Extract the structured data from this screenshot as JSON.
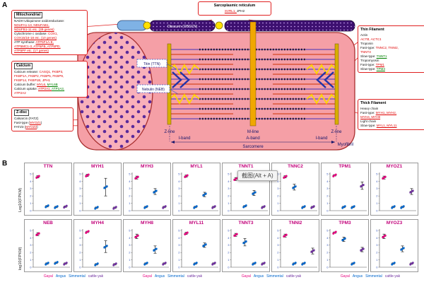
{
  "panelA": {
    "label": "A",
    "boxes": {
      "mitochondrial": {
        "title": "Mitochondrial",
        "lines": [
          [
            {
              "t": "NADH Ubiquinone oxidoreductase:",
              "c": "k"
            }
          ],
          [
            {
              "t": "NDUFA1-13, NDUFAB1,",
              "c": "r",
              "u": true
            }
          ],
          [
            {
              "t": "NDUFB1-11 etc. (39 genes)",
              "c": "r",
              "u": true
            }
          ],
          [
            {
              "t": "Cytochrome c oxidase: ",
              "c": "k"
            },
            {
              "t": "COX1,",
              "c": "r"
            }
          ],
          [
            {
              "t": "COX15/16-18 etc. (10 genes)",
              "c": "r",
              "u": true
            }
          ],
          [
            {
              "t": "ATP synthase: ",
              "c": "k"
            },
            {
              "t": "ATP5F1A-E,",
              "c": "r",
              "u": true
            }
          ],
          [
            {
              "t": "ATP5MC1-3, ATP5PB, ATP5PD,",
              "c": "r",
              "u": true
            }
          ],
          [
            {
              "t": "ATP5PF etc. (17 genes)",
              "c": "r",
              "u": true
            }
          ]
        ]
      },
      "calcium": {
        "title": "Calcium",
        "lines": [
          [
            {
              "t": "Calcium release: ",
              "c": "k"
            },
            {
              "t": "CASQ1, FKBP3,",
              "c": "r"
            }
          ],
          [
            {
              "t": "FKBP1A, FKBP2, FKBP5, FKBP9,",
              "c": "r"
            }
          ],
          [
            {
              "t": "FKBP14, FKBP1B, JPH1",
              "c": "r"
            }
          ],
          [
            {
              "t": "Calcium buffer: ",
              "c": "k"
            },
            {
              "t": "MYL6, ",
              "c": "r",
              "u": true
            },
            {
              "t": "MYL6B",
              "c": "g",
              "u": true
            }
          ],
          [
            {
              "t": "Calcium uptake: ",
              "c": "k"
            },
            {
              "t": "ATP2A1, ",
              "c": "r",
              "u": true
            },
            {
              "t": "ATP2A3,",
              "c": "g",
              "u": true
            }
          ],
          [
            {
              "t": "ATP2A2",
              "c": "r"
            }
          ]
        ]
      },
      "zdisc": {
        "title": "Z-disc",
        "lines": [
          [
            {
              "t": "Calsarcin (FATZ)",
              "c": "k"
            }
          ],
          [
            {
              "t": "Fast-type (",
              "c": "k"
            },
            {
              "t": "MYOZ1",
              "c": "r",
              "u": true
            },
            {
              "t": ")",
              "c": "k"
            }
          ],
          [
            {
              "t": "FATZ3 (",
              "c": "k"
            },
            {
              "t": "MYOZ3",
              "c": "r",
              "u": true
            },
            {
              "t": ")",
              "c": "k"
            }
          ]
        ]
      },
      "sr": {
        "title": "Sarcoplasmic reticulum",
        "lines": [
          [
            {
              "t": "SVRL1, ",
              "c": "r",
              "u": true
            },
            {
              "t": "JPH2",
              "c": "k"
            }
          ]
        ]
      },
      "thin": {
        "title": "Thin Filament",
        "lines": [
          [
            {
              "t": "Actin",
              "c": "k"
            }
          ],
          [
            {
              "t": "ACTB, ACTC1",
              "c": "r",
              "i": true
            }
          ],
          [
            {
              "t": "Troponin",
              "c": "k"
            }
          ],
          [
            {
              "t": "Fast-type: ",
              "c": "k"
            },
            {
              "t": "TNNC2, TNNI2,",
              "c": "r"
            }
          ],
          [
            {
              "t": "TNNT3",
              "c": "r"
            }
          ],
          [
            {
              "t": "Slow-type: ",
              "c": "k"
            },
            {
              "t": "TNNT1",
              "c": "g",
              "u": true
            }
          ],
          [
            {
              "t": "Tropomyosin",
              "c": "k"
            }
          ],
          [
            {
              "t": "Fast-type: ",
              "c": "k"
            },
            {
              "t": "TPM1",
              "c": "r",
              "u": true
            }
          ],
          [
            {
              "t": "Slow-type: ",
              "c": "k"
            },
            {
              "t": "TPM3",
              "c": "g",
              "u": true
            }
          ]
        ]
      },
      "thick": {
        "title": "Thick Filament",
        "lines": [
          [
            {
              "t": "Heavy chain",
              "c": "k"
            }
          ],
          [
            {
              "t": "Fast-type: ",
              "c": "k"
            },
            {
              "t": "MYH1, MYH2,",
              "c": "r",
              "u": true
            }
          ],
          [
            {
              "t": "MYH4, MYH8",
              "c": "r",
              "u": true
            }
          ],
          [
            {
              "t": "Light chain",
              "c": "k"
            }
          ],
          [
            {
              "t": "Slow-type: ",
              "c": "k"
            },
            {
              "t": "MYL1, MYL11",
              "c": "r",
              "u": true
            }
          ]
        ]
      }
    },
    "diagramLabels": {
      "titin": "Titin (TTN)",
      "obscurin": "Obscurin (OBSCN)",
      "nebulin": "Nebulin (NEB)",
      "zline_left": "Z-line",
      "mline": "M-line",
      "zline_right": "Z-line",
      "iband_left": "I-band",
      "aband": "A-band",
      "iband_right": "I-band",
      "sarcomere": "Sarcomere",
      "myofibril": "Myofibril"
    }
  },
  "panelB": {
    "label": "B",
    "ylabel_top": "Log10(FPKM)",
    "ylabel_bottom": "log10(FPKM)",
    "screenshot_tooltip": "截图(Alt + A)"
  },
  "chart_data": {
    "type": "scatter",
    "title": "",
    "categories": [
      "Gayal",
      "Angus",
      "Simmental",
      "cattle-yak"
    ],
    "category_colors": [
      "#e6007e",
      "#0066cc",
      "#0066cc",
      "#7030a0"
    ],
    "ylabels": [
      "Log10(FPKM)",
      "log10(FPKM)"
    ],
    "ylim": [
      0,
      5
    ],
    "grid": false,
    "legend": "none",
    "plots": [
      {
        "gene": "TTN",
        "values": [
          4.6,
          0.6,
          0.5,
          0.55
        ],
        "errors": [
          0.15,
          0.1,
          0.1,
          0.1
        ]
      },
      {
        "gene": "MYH1",
        "values": [
          4.8,
          0.4,
          3.2,
          0.4
        ],
        "errors": [
          0.15,
          0.1,
          1.2,
          0.1
        ]
      },
      {
        "gene": "MYH3",
        "values": [
          4.5,
          0.5,
          2.6,
          0.5
        ],
        "errors": [
          0.2,
          0.1,
          0.4,
          0.1
        ]
      },
      {
        "gene": "MYL1",
        "values": [
          4.7,
          0.5,
          2.2,
          0.5
        ],
        "errors": [
          0.15,
          0.1,
          0.3,
          0.1
        ]
      },
      {
        "gene": "TNNT1",
        "values": [
          4.3,
          0.6,
          2.4,
          0.5
        ],
        "errors": [
          0.2,
          0.1,
          0.35,
          0.1
        ]
      },
      {
        "gene": "TNNC2",
        "values": [
          4.6,
          3.2,
          0.5,
          0.5
        ],
        "errors": [
          0.15,
          0.4,
          0.1,
          0.1
        ]
      },
      {
        "gene": "TPM1",
        "values": [
          4.8,
          0.5,
          0.5,
          3.4
        ],
        "errors": [
          0.1,
          0.1,
          0.1,
          0.5
        ]
      },
      {
        "gene": "MYOZ1",
        "values": [
          4.5,
          0.5,
          0.5,
          2.6
        ],
        "errors": [
          0.2,
          0.1,
          0.1,
          0.4
        ]
      },
      {
        "gene": "NEB",
        "values": [
          4.5,
          0.5,
          0.6,
          0.5
        ],
        "errors": [
          0.2,
          0.1,
          0.1,
          0.1
        ]
      },
      {
        "gene": "MYH4",
        "values": [
          4.8,
          0.4,
          2.8,
          0.4
        ],
        "errors": [
          0.1,
          0.1,
          0.8,
          0.1
        ]
      },
      {
        "gene": "MYH8",
        "values": [
          4.2,
          0.5,
          2.4,
          0.5
        ],
        "errors": [
          0.3,
          0.1,
          0.5,
          0.1
        ]
      },
      {
        "gene": "MYL11",
        "values": [
          4.6,
          0.5,
          3.0,
          0.5
        ],
        "errors": [
          0.15,
          0.1,
          0.3,
          0.1
        ]
      },
      {
        "gene": "TNNT3",
        "values": [
          4.4,
          3.4,
          0.5,
          0.5
        ],
        "errors": [
          0.2,
          0.5,
          0.1,
          0.1
        ]
      },
      {
        "gene": "TNNI2",
        "values": [
          4.3,
          0.5,
          0.5,
          2.2
        ],
        "errors": [
          0.2,
          0.1,
          0.1,
          0.4
        ]
      },
      {
        "gene": "TPM3",
        "values": [
          4.7,
          3.8,
          0.5,
          2.4
        ],
        "errors": [
          0.1,
          0.3,
          0.1,
          0.3
        ]
      },
      {
        "gene": "MYOZ3",
        "values": [
          4.2,
          0.5,
          2.5,
          0.5
        ],
        "errors": [
          0.3,
          0.1,
          0.4,
          0.1
        ]
      }
    ]
  }
}
